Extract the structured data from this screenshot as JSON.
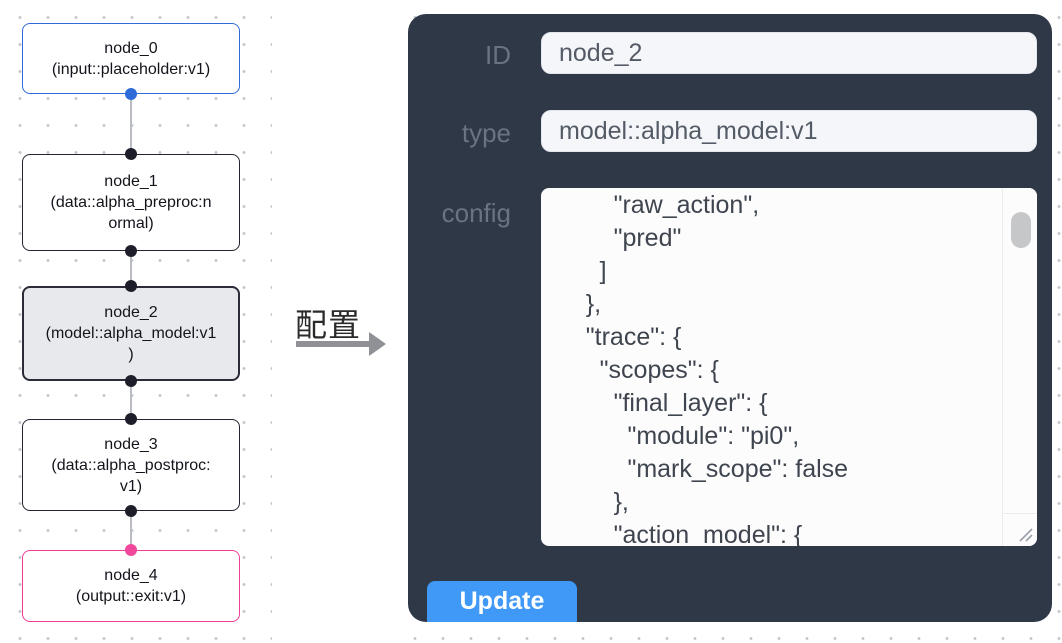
{
  "graph": {
    "nodes": [
      {
        "id": "node_0",
        "kind": "input",
        "label": "node_0\n(input::placeholder:v1)",
        "selected": false
      },
      {
        "id": "node_1",
        "kind": "data",
        "label": "node_1\n(data::alpha_preproc:n\normal)",
        "selected": false
      },
      {
        "id": "node_2",
        "kind": "model",
        "label": "node_2\n(model::alpha_model:v1\n)",
        "selected": true
      },
      {
        "id": "node_3",
        "kind": "data",
        "label": "node_3\n(data::alpha_postproc:\nv1)",
        "selected": false
      },
      {
        "id": "node_4",
        "kind": "output",
        "label": "node_4\n(output::exit:v1)",
        "selected": false
      }
    ]
  },
  "transition": {
    "label": "配置"
  },
  "panel": {
    "id": {
      "label": "ID",
      "value": "node_2"
    },
    "type": {
      "label": "type",
      "value": "model::alpha_model:v1"
    },
    "config": {
      "label": "config",
      "value": "        \"raw_action\",\n        \"pred\"\n      ]\n    },\n    \"trace\": {\n      \"scopes\": {\n        \"final_layer\": {\n          \"module\": \"pi0\",\n          \"mark_scope\": false\n        },\n        \"action_model\": {"
    },
    "update_label": "Update"
  },
  "colors": {
    "panel_bg": "#2e3847",
    "input_bg": "#f4f6fa",
    "button_blue": "#4098f7",
    "node_input_border_blue": "#2f6bd8",
    "node_output_border_pink": "#ee3d96",
    "selected_node_bg": "#e8e9ec",
    "node_border_dark": "#23242f",
    "edge_gray": "#b9bcc2",
    "dot_grid_gray": "#c4c7cd"
  }
}
